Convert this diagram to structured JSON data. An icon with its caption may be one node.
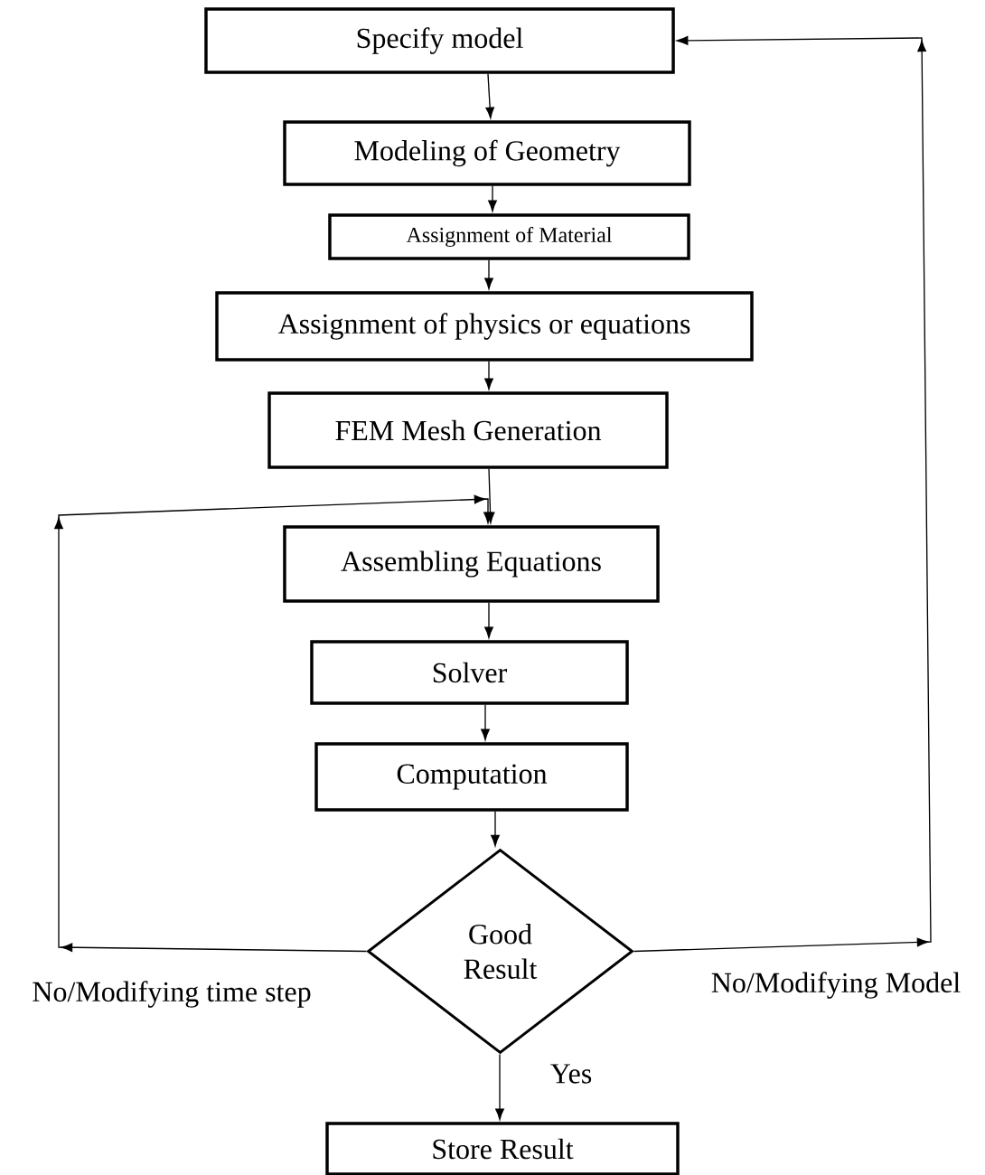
{
  "diagram": {
    "nodes": [
      {
        "text": [
          "Specify model"
        ]
      },
      {
        "text": [
          "Modeling of Geometry"
        ]
      },
      {
        "text": [
          "Assignment of Material"
        ]
      },
      {
        "text": [
          "Assignment of physics or equations"
        ]
      },
      {
        "text": [
          "FEM Mesh Generation"
        ]
      },
      {
        "text": [
          "Assembling Equations"
        ]
      },
      {
        "text": [
          "Solver"
        ]
      },
      {
        "text": [
          "Computation"
        ]
      },
      {
        "text": [
          "Good Result"
        ]
      },
      {
        "text": [
          "Store Result"
        ]
      }
    ],
    "edges": [
      {
        "from": 0,
        "to": 1,
        "arrow": "to"
      },
      {
        "from": 1,
        "to": 2,
        "arrow": "to"
      },
      {
        "from": 2,
        "to": 3,
        "arrow": "to"
      },
      {
        "from": 3,
        "to": 4,
        "arrow": "to"
      },
      {
        "from": 4,
        "to": 5,
        "arrow": "to"
      },
      {
        "from": 5,
        "to": 6,
        "arrow": "to"
      },
      {
        "from": 6,
        "to": 7,
        "arrow": "to"
      },
      {
        "from": 7,
        "to": 8,
        "arrow": "to"
      },
      {
        "from": 8,
        "to": 9,
        "arrow": "to",
        "label": "Yes"
      },
      {
        "from": 8,
        "to": 5,
        "arrow": "to",
        "label": "No/Modifying time step"
      },
      {
        "from": 8,
        "to": 0,
        "arrow": "to",
        "label": "No/Modifying Model"
      }
    ]
  }
}
